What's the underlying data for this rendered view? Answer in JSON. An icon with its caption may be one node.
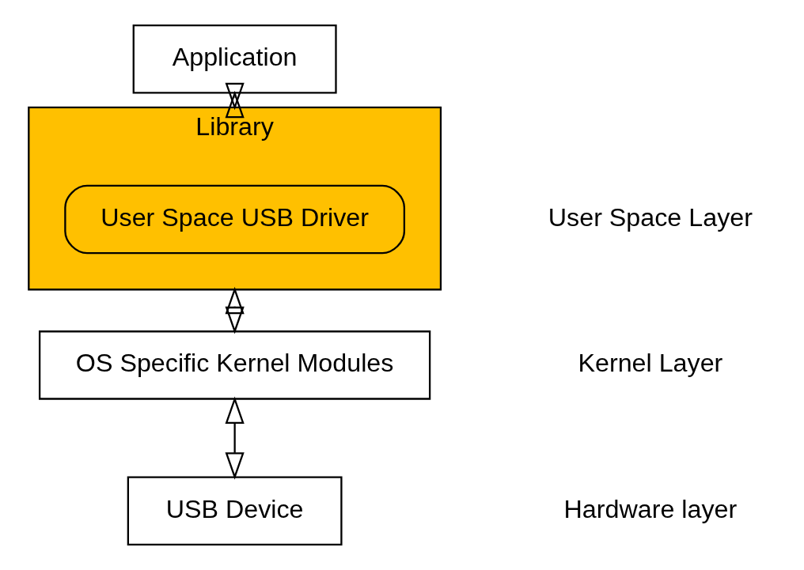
{
  "diagram": {
    "nodes": [
      {
        "text": [
          "Application"
        ]
      },
      {
        "text": [
          "Library"
        ]
      },
      {
        "text": [
          "User Space USB Driver"
        ],
        "in": 1
      },
      {
        "text": [
          "OS Specific Kernel Modules"
        ]
      },
      {
        "text": [
          "USB Device"
        ]
      }
    ],
    "edges": [
      {
        "from": 0,
        "to": 1,
        "arrow": "both"
      },
      {
        "from": 1,
        "to": 3,
        "arrow": "both"
      },
      {
        "from": 3,
        "to": 4,
        "arrow": "both"
      }
    ],
    "labels": [
      "User Space Layer",
      "Kernel Layer",
      "Hardware layer"
    ]
  }
}
